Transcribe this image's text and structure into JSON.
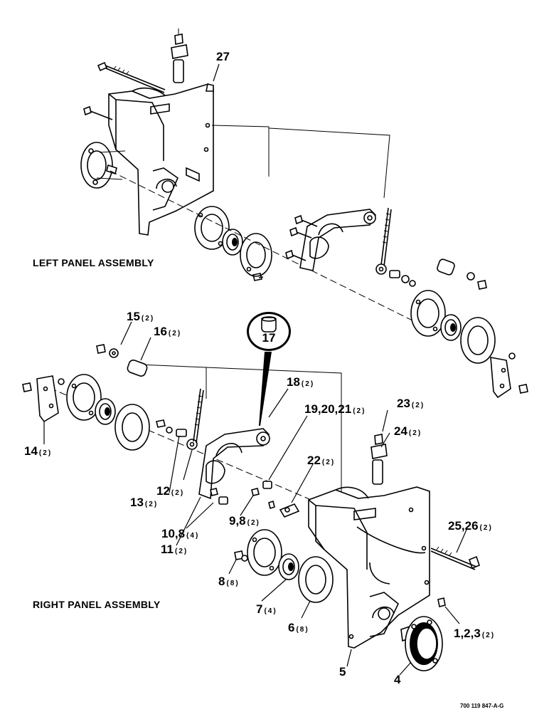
{
  "titles": {
    "left": "LEFT PANEL ASSEMBLY",
    "right": "RIGHT PANEL ASSEMBLY"
  },
  "doc_number": "700 119 847-A-G",
  "callouts": {
    "c27": {
      "num": "27",
      "qty": ""
    },
    "c15": {
      "num": "15",
      "qty": "(2)"
    },
    "c16": {
      "num": "16",
      "qty": "(2)"
    },
    "c17": {
      "num": "17",
      "qty": ""
    },
    "c18": {
      "num": "18",
      "qty": "(2)"
    },
    "c19": {
      "num": "19,20,21",
      "qty": "(2)"
    },
    "c23": {
      "num": "23",
      "qty": "(2)"
    },
    "c24": {
      "num": "24",
      "qty": "(2)"
    },
    "c14": {
      "num": "14",
      "qty": "(2)"
    },
    "c22": {
      "num": "22",
      "qty": "(2)"
    },
    "c12": {
      "num": "12",
      "qty": "(2)"
    },
    "c13": {
      "num": "13",
      "qty": "(2)"
    },
    "c98": {
      "num": "9,8",
      "qty": "(2)"
    },
    "c108": {
      "num": "10,8",
      "qty": "(4)"
    },
    "c11": {
      "num": "11",
      "qty": "(2)"
    },
    "c2526": {
      "num": "25,26",
      "qty": "(2)"
    },
    "c8": {
      "num": "8",
      "qty": "(8)"
    },
    "c7": {
      "num": "7",
      "qty": "(4)"
    },
    "c6": {
      "num": "6",
      "qty": "(8)"
    },
    "c123": {
      "num": "1,2,3",
      "qty": "(2)"
    },
    "c5": {
      "num": "5",
      "qty": ""
    },
    "c4": {
      "num": "4",
      "qty": ""
    }
  }
}
